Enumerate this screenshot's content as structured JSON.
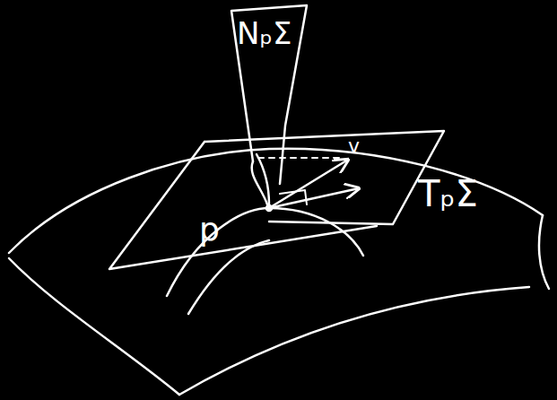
{
  "diagram": {
    "labels": [
      "NₚΣ",
      "p",
      "TₚΣ",
      "v"
    ]
  }
}
